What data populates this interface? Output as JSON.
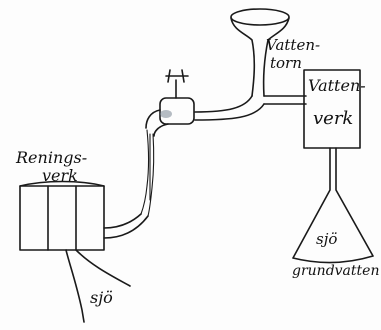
{
  "labels": {
    "treatment_plant_line1": "Renings-",
    "treatment_plant_line2": "verk",
    "water_tower_line1": "Vatten-",
    "water_tower_line2": "torn",
    "waterworks_line1": "Vatten-",
    "waterworks_line2": "verk",
    "lake_left": "sjö",
    "lake_right": "sjö",
    "groundwater": "grundvatten"
  }
}
